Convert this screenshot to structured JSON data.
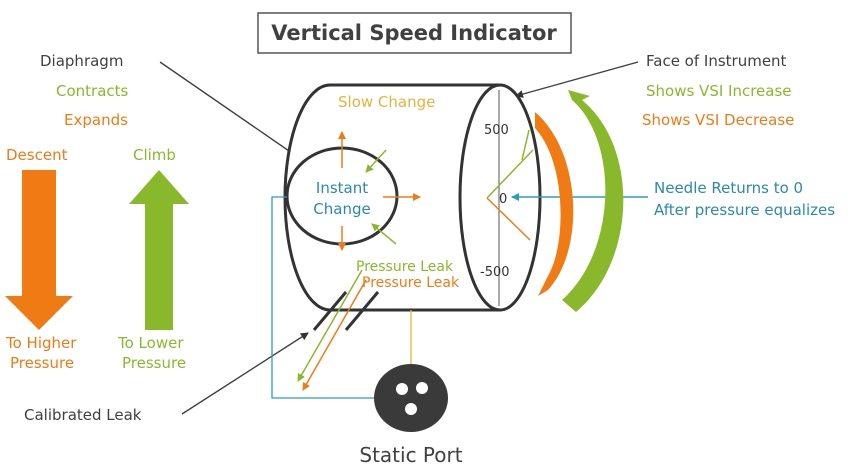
{
  "title": "Vertical Speed Indicator",
  "labels": {
    "diaphragm": "Diaphragm",
    "contracts": "Contracts",
    "expands": "Expands",
    "descent": "Descent",
    "climb": "Climb",
    "to_higher_1": "To Higher",
    "to_higher_2": "Pressure",
    "to_lower_1": "To Lower",
    "to_lower_2": "Pressure",
    "calibrated_leak": "Calibrated Leak",
    "slow_change": "Slow Change",
    "instant_1": "Instant",
    "instant_2": "Change",
    "pressure_leak_green": "Pressure Leak",
    "pressure_leak_orange": "Pressure Leak",
    "face": "Face of Instrument",
    "shows_increase": "Shows VSI Increase",
    "shows_decrease": "Shows VSI Decrease",
    "needle_1": "Needle Returns to 0",
    "needle_2": "After pressure equalizes",
    "static_port": "Static Port"
  },
  "dial": {
    "tick_top": "500",
    "tick_mid": "0",
    "tick_bottom": "-500"
  },
  "colors": {
    "dark": "#333333",
    "green": "#8ab82d",
    "orange": "#f07a14",
    "teal": "#2aa0b8",
    "gold": "#e8b23a",
    "static_port_fill": "#3a3a3a"
  }
}
